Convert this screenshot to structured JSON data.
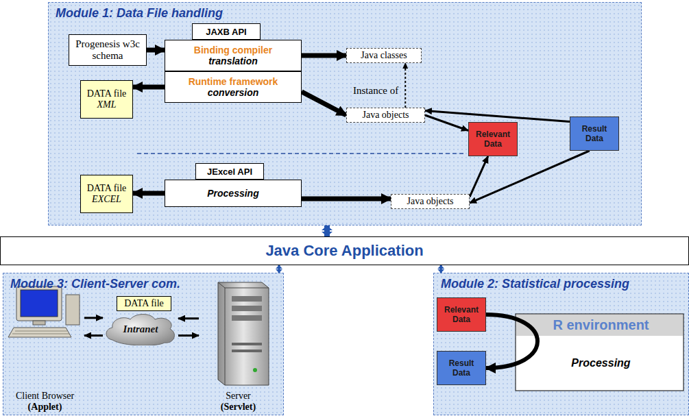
{
  "diagram": {
    "nodes": [
      {
        "text": [
          "Module 1: Data File handling"
        ]
      },
      {
        "text": [
          "JAXB API"
        ],
        "in": 0
      },
      {
        "text": [
          "Progenesis w3c schema"
        ],
        "in": 0
      },
      {
        "text": [
          "Binding compiler",
          "translation"
        ],
        "in": 0
      },
      {
        "text": [
          "Runtime framework",
          "conversion"
        ],
        "in": 0
      },
      {
        "text": [
          "Java classes"
        ],
        "in": 0
      },
      {
        "text": [
          "DATA file",
          "XML"
        ],
        "in": 0
      },
      {
        "text": [
          "Java objects"
        ],
        "in": 0
      },
      {
        "text": [
          "Relevant Data"
        ],
        "in": 0
      },
      {
        "text": [
          "Result Data"
        ],
        "in": 0
      },
      {
        "text": [
          "JExcel API"
        ],
        "in": 0
      },
      {
        "text": [
          "DATA file",
          "EXCEL"
        ],
        "in": 0
      },
      {
        "text": [
          "Processing"
        ],
        "in": 0
      },
      {
        "text": [
          "Java objects"
        ],
        "in": 0
      },
      {
        "text": [
          "Java Core Application"
        ]
      },
      {
        "text": [
          "Module 3: Client-Server com."
        ]
      },
      {
        "text": [
          "DATA file"
        ],
        "in": 15
      },
      {
        "text": [
          "Intranet"
        ],
        "in": 15
      },
      {
        "text": [
          "Client Browser",
          "(Applet)"
        ],
        "in": 15
      },
      {
        "text": [
          "Server",
          "(Servlet)"
        ],
        "in": 15
      },
      {
        "text": [
          "Module 2: Statistical processing"
        ]
      },
      {
        "text": [
          "Relevant Data"
        ],
        "in": 20
      },
      {
        "text": [
          "Result Data"
        ],
        "in": 20
      },
      {
        "text": [
          "R environment",
          "Processing"
        ],
        "in": 20
      }
    ],
    "edges": [
      {
        "from": 2,
        "to": 3,
        "arrow": "to"
      },
      {
        "from": 3,
        "to": 5,
        "arrow": "to"
      },
      {
        "from": 4,
        "to": 6,
        "arrow": "to"
      },
      {
        "from": 4,
        "to": 7,
        "arrow": "to"
      },
      {
        "from": 7,
        "to": 5,
        "label": "Instance of",
        "arrow": "to"
      },
      {
        "from": 7,
        "to": 8,
        "arrow": "to"
      },
      {
        "from": 9,
        "to": 7,
        "arrow": "to"
      },
      {
        "from": 13,
        "to": 8,
        "arrow": "to"
      },
      {
        "from": 9,
        "to": 13,
        "arrow": "to"
      },
      {
        "from": 12,
        "to": 11,
        "arrow": "to"
      },
      {
        "from": 12,
        "to": 13,
        "arrow": "to"
      },
      {
        "from": 0,
        "to": 14,
        "arrow": "both"
      },
      {
        "from": 14,
        "to": 15,
        "arrow": "both"
      },
      {
        "from": 14,
        "to": 20,
        "arrow": "both"
      },
      {
        "from": 18,
        "to": 17,
        "arrow": "to"
      },
      {
        "from": 17,
        "to": 18,
        "arrow": "to"
      },
      {
        "from": 19,
        "to": 17,
        "arrow": "to"
      },
      {
        "from": 17,
        "to": 19,
        "arrow": "to"
      },
      {
        "from": 21,
        "to": 22,
        "arrow": "to"
      }
    ]
  }
}
